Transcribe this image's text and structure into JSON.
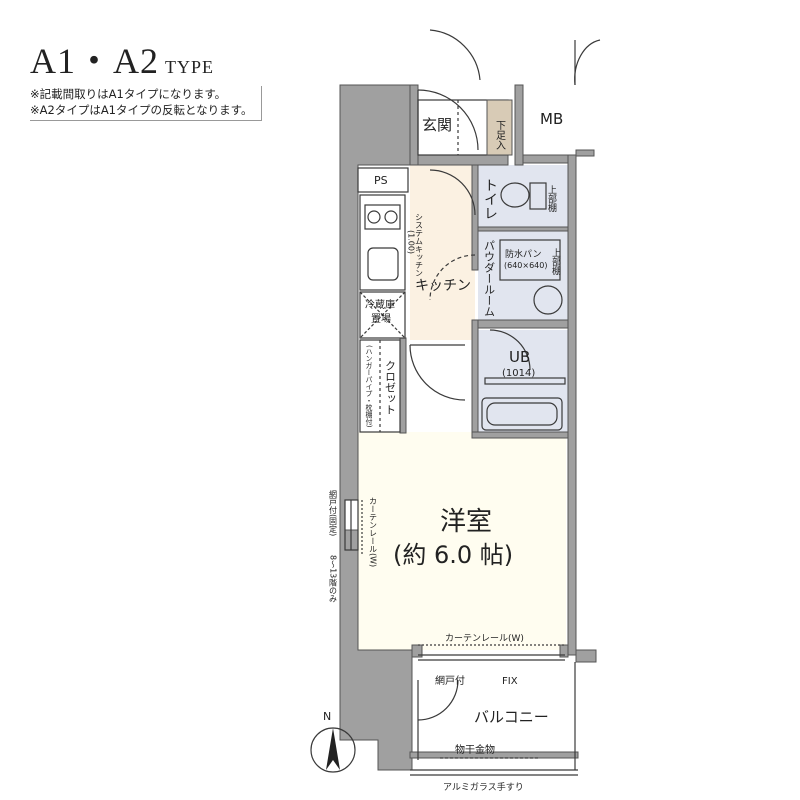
{
  "header": {
    "title_main": "A1・A2",
    "title_sub": "TYPE",
    "notes": [
      "※記載間取りはA1タイプになります。",
      "※A2タイプはA1タイプの反転となります。"
    ]
  },
  "rooms": {
    "entrance": "玄関",
    "shoe_storage": "下足入",
    "mb": "MB",
    "ps": "PS",
    "toilet": "トイレ",
    "upper_shelf": "上部棚",
    "system_kitchen": "システムキッチン",
    "kitchen_size": "(1.00)",
    "kitchen": "キッチン",
    "powder_room": "パウダールーム",
    "pan": "防水パン",
    "pan_size": "(640×640)",
    "upper_shelf_2": "上部棚",
    "fridge_line1": "冷蔵庫",
    "fridge_line2": "置場",
    "closet": "クロゼット",
    "closet_note": "(ハンガーパイプ・枕棚付)",
    "ub": "UB",
    "ub_size": "(1014)",
    "western_room": "洋室",
    "western_room_size": "(約 6.0 帖)",
    "curtain_rail_side": "カーテンレール(W)",
    "window_note": "網戸付(固定)",
    "floors_note": "8～13階のみ",
    "curtain_rail_bottom": "カーテンレール(W)",
    "screen_door": "網戸付",
    "fix": "FIX",
    "balcony": "バルコニー",
    "drying_hardware": "物干金物",
    "handrail": "アルミガラス手すり",
    "north": "N"
  },
  "colors": {
    "wall": "#a0a0a0",
    "kitchen_floor": "#fbf1e2",
    "wet_area_floor": "#e1e5ef",
    "shoe_storage": "#d8cbb6",
    "line": "#3a3a3a"
  }
}
